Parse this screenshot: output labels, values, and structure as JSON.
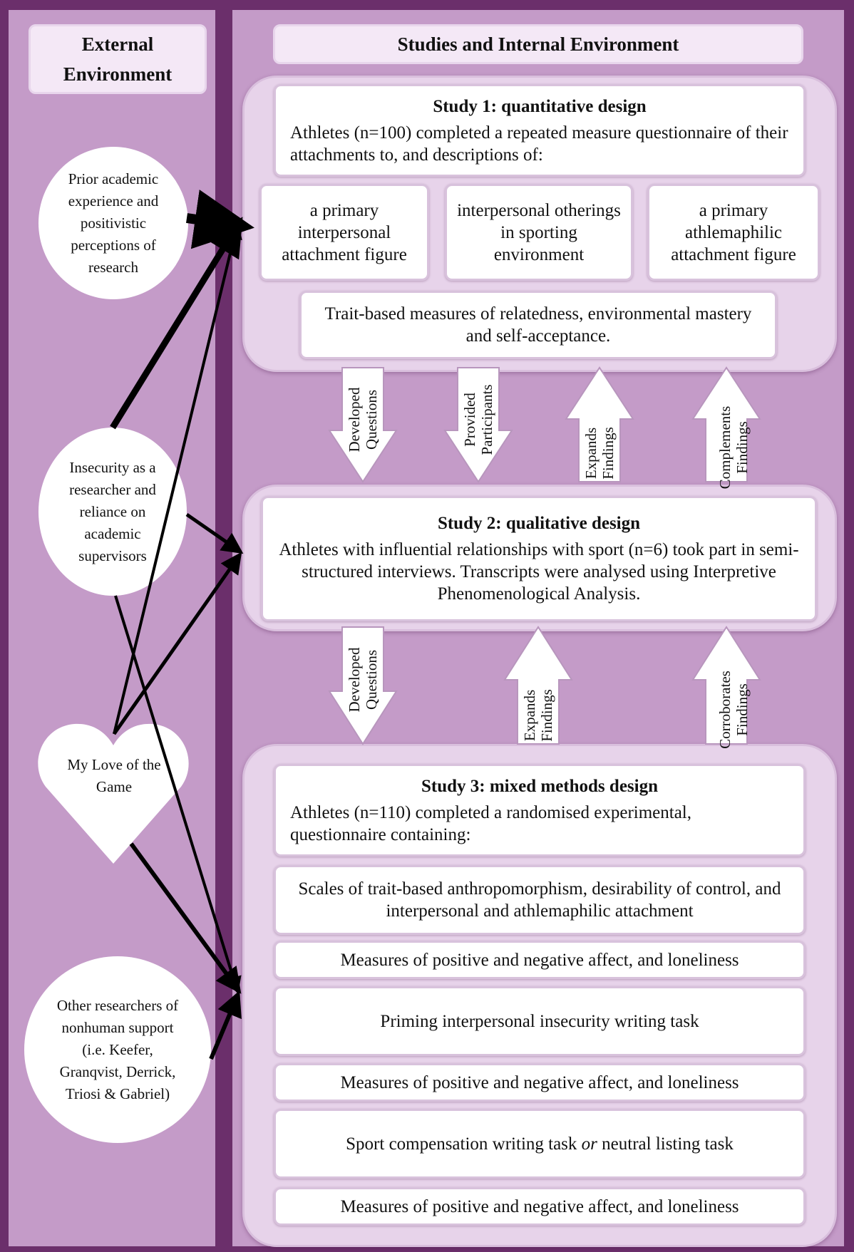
{
  "headers": {
    "external": [
      "External",
      "Environment"
    ],
    "internal": "Studies and Internal Environment"
  },
  "external_factors": {
    "prior": "Prior academic experience and positivistic perceptions of research",
    "insecurity": "Insecurity as a researcher and reliance on academic supervisors",
    "love": "My Love of the Game",
    "other": "Other researchers of nonhuman support (i.e. Keefer, Granqvist, Derrick, Triosi & Gabriel)"
  },
  "study1": {
    "title": "Study 1: quantitative design",
    "desc": "Athletes (n=100) completed a repeated measure questionnaire of  their attachments to, and descriptions of:",
    "items": [
      "a primary interpersonal attachment figure",
      "interpersonal otherings in sporting environment",
      "a primary athlemaphilic attachment figure"
    ],
    "trait": "Trait-based measures of relatedness, environmental mastery and self-acceptance."
  },
  "arrows_1_2": [
    [
      "Developed",
      "Questions"
    ],
    [
      "Provided",
      "Participants"
    ],
    [
      "Expands",
      "Findings"
    ],
    [
      "Complements",
      "Findings"
    ]
  ],
  "study2": {
    "title": "Study 2: qualitative design",
    "desc": "Athletes with influential relationships with sport (n=6) took part in semi-structured interviews. Transcripts were analysed using Interpretive Phenomenological Analysis."
  },
  "arrows_2_3": [
    [
      "Developed",
      "Questions"
    ],
    [
      "Expands",
      "Findings"
    ],
    [
      "Corroborates",
      "Findings"
    ]
  ],
  "study3": {
    "title": "Study 3: mixed methods design",
    "desc": "Athletes (n=110) completed a randomised experimental, questionnaire containing:",
    "scales": "Scales of trait-based anthropomorphism, desirability of control, and interpersonal and athlemaphilic attachment",
    "measures1": "Measures of positive and negative affect, and loneliness",
    "priming": "Priming interpersonal insecurity writing task",
    "measures2": "Measures of positive and negative affect, and loneliness",
    "sport_a": "Sport compensation writing task ",
    "sport_or": "or",
    "sport_b": " neutral listing task",
    "measures3": "Measures of positive and negative affect, and loneliness"
  }
}
